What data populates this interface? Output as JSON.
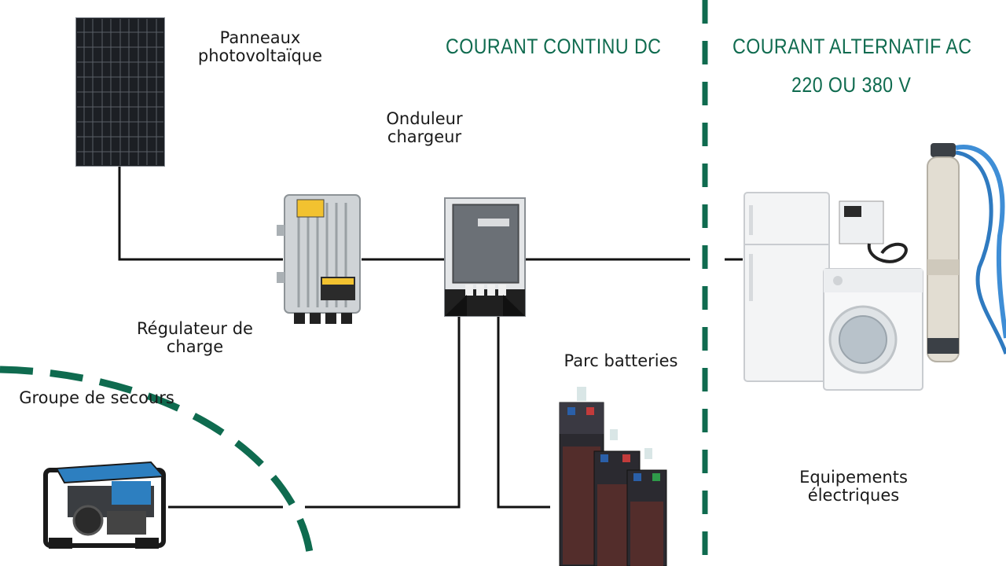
{
  "headings": {
    "dc": "COURANT CONTINU DC",
    "ac_line1": "COURANT ALTERNATIF AC",
    "ac_line2": "220 OU 380 V"
  },
  "labels": {
    "solar_panels": [
      "Panneaux",
      "photovoltaïque"
    ],
    "inverter": [
      "Onduleur",
      "chargeur"
    ],
    "regulator": [
      "Régulateur de",
      "charge"
    ],
    "battery_bank": [
      "Parc batteries"
    ],
    "backup_group": [
      "Groupe de secours"
    ],
    "equipment": [
      "Equipements",
      "électriques"
    ]
  },
  "colors": {
    "accent_green": "#0f6b4f",
    "wire": "#111111"
  },
  "icons": {
    "solar_panel": "solar-panel-icon",
    "regulator": "charge-regulator-icon",
    "inverter": "inverter-charger-icon",
    "generator": "generator-icon",
    "batteries": "battery-bank-icon",
    "fridge": "fridge-icon",
    "washer": "washing-machine-icon",
    "pump": "submersible-pump-icon",
    "control_box": "control-box-icon"
  }
}
